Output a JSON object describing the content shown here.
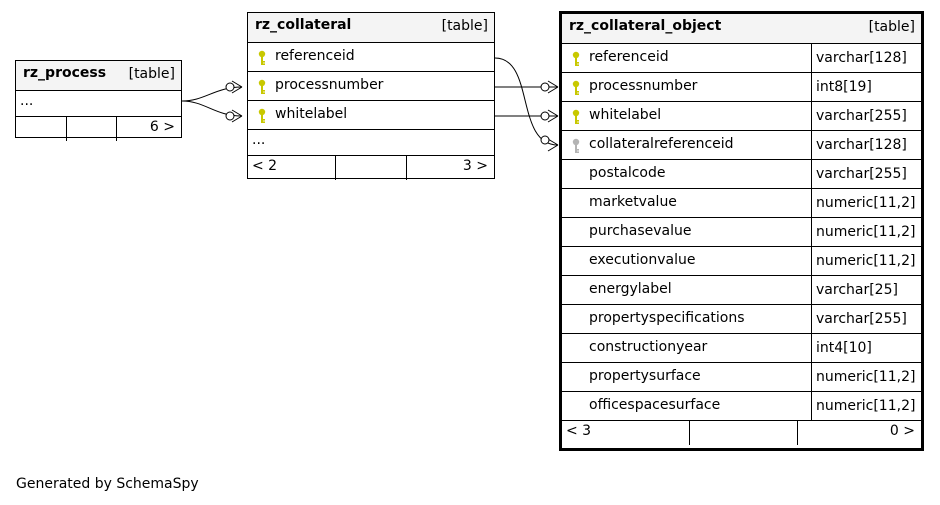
{
  "tables": {
    "process": {
      "name": "rz_process",
      "type": "[table]",
      "more": "...",
      "footer": {
        "left": "",
        "right": "6 >"
      }
    },
    "collateral": {
      "name": "rz_collateral",
      "type": "[table]",
      "columns": [
        {
          "name": "referenceid",
          "key": "primary"
        },
        {
          "name": "processnumber",
          "key": "primary"
        },
        {
          "name": "whitelabel",
          "key": "primary"
        }
      ],
      "more": "...",
      "footer": {
        "left": "< 2",
        "right": "3 >"
      }
    },
    "collateral_object": {
      "name": "rz_collateral_object",
      "type": "[table]",
      "columns": [
        {
          "name": "referenceid",
          "type": "varchar[128]",
          "key": "primary"
        },
        {
          "name": "processnumber",
          "type": "int8[19]",
          "key": "primary"
        },
        {
          "name": "whitelabel",
          "type": "varchar[255]",
          "key": "primary"
        },
        {
          "name": "collateralreferenceid",
          "type": "varchar[128]",
          "key": "foreign"
        },
        {
          "name": "postalcode",
          "type": "varchar[255]",
          "key": "none"
        },
        {
          "name": "marketvalue",
          "type": "numeric[11,2]",
          "key": "none"
        },
        {
          "name": "purchasevalue",
          "type": "numeric[11,2]",
          "key": "none"
        },
        {
          "name": "executionvalue",
          "type": "numeric[11,2]",
          "key": "none"
        },
        {
          "name": "energylabel",
          "type": "varchar[25]",
          "key": "none"
        },
        {
          "name": "propertyspecifications",
          "type": "varchar[255]",
          "key": "none"
        },
        {
          "name": "constructionyear",
          "type": "int4[10]",
          "key": "none"
        },
        {
          "name": "propertysurface",
          "type": "numeric[11,2]",
          "key": "none"
        },
        {
          "name": "officespacesurface",
          "type": "numeric[11,2]",
          "key": "none"
        }
      ],
      "footer": {
        "left": "< 3",
        "right": "0 >"
      }
    }
  },
  "credit": "Generated by SchemaSpy",
  "colors": {
    "primary_key": "#c8c800",
    "foreign_key": "#b4b4b4",
    "header_bg": "#f4f4f4"
  }
}
